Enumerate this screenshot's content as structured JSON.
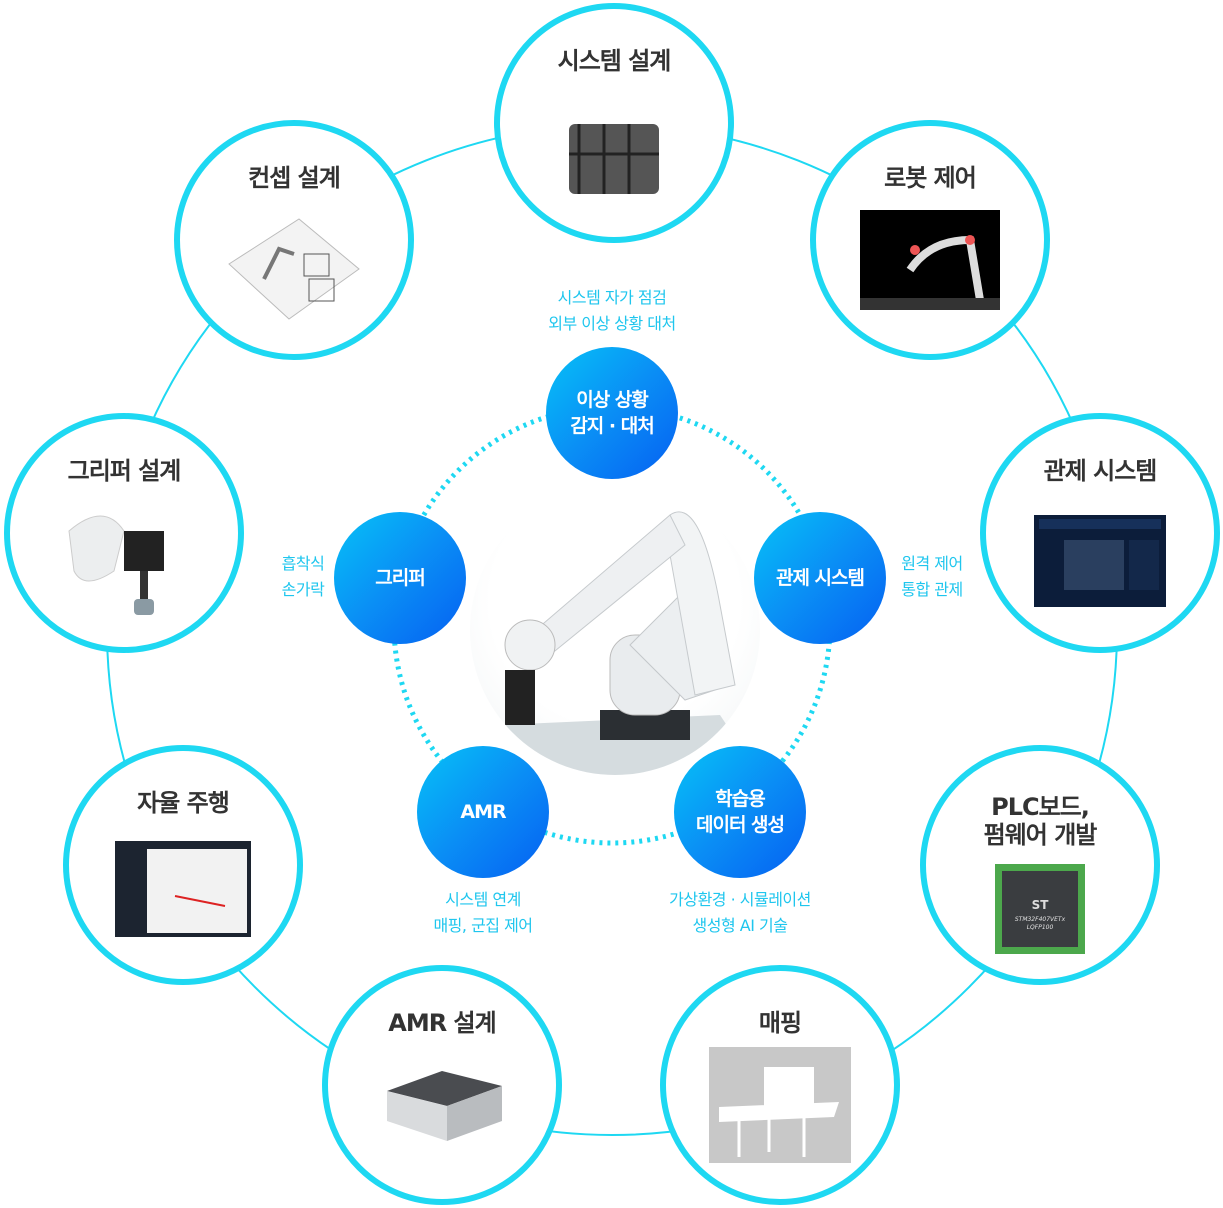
{
  "outer_nodes": [
    {
      "title": "시스템 설계"
    },
    {
      "title": "로봇 제어"
    },
    {
      "title": "관제 시스템"
    },
    {
      "title": "PLC보드,\n펌웨어 개발"
    },
    {
      "title": "매핑"
    },
    {
      "title": "AMR 설계"
    },
    {
      "title": "자율 주행"
    },
    {
      "title": "그리퍼 설계"
    },
    {
      "title": "컨셉 설계"
    }
  ],
  "inner_nodes": [
    {
      "label": "이상 상황\n감지 · 대처",
      "note": "시스템 자가 점검\n외부 이상 상황 대처"
    },
    {
      "label": "관제 시스템",
      "note": "원격 제어\n통합 관제"
    },
    {
      "label": "학습용\n데이터 생성",
      "note": "가상환경 · 시뮬레이션\n생성형 AI 기술"
    },
    {
      "label": "AMR",
      "note": "시스템 연계\n매핑, 군집 제어"
    },
    {
      "label": "그리퍼",
      "note": "흡착식\n손가락"
    }
  ],
  "chip_label": "STM32F407VETx\nLQFP100",
  "colors": {
    "ring": "#1ed8f2",
    "accent_text": "#1fc6ee",
    "inner_from": "#06c2f7",
    "inner_to": "#0560f2"
  }
}
